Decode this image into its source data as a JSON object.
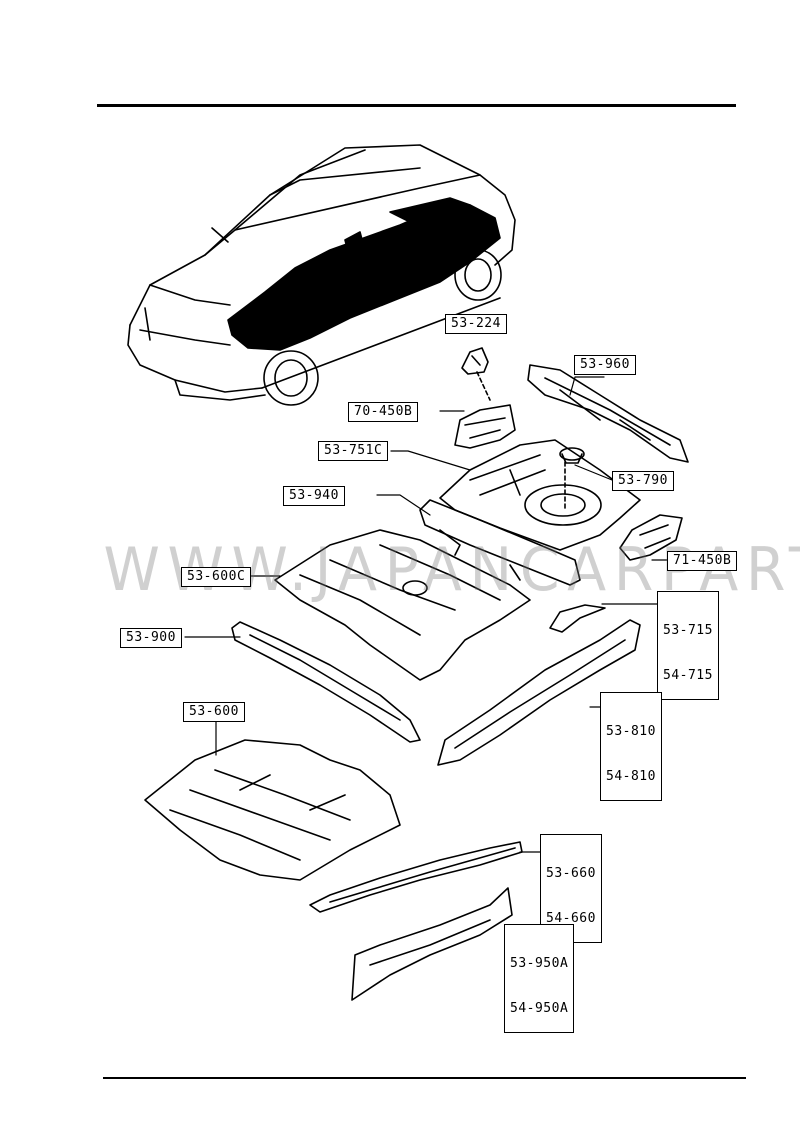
{
  "watermark": "WWW.JAPANCARPARTS.RU",
  "labels": {
    "p53_224": "53-224",
    "p53_960": "53-960",
    "p70_450b": "70-450B",
    "p53_751c": "53-751C",
    "p53_790": "53-790",
    "p53_940": "53-940",
    "p71_450b": "71-450B",
    "p53_600c": "53-600C",
    "p53_715": "53-715",
    "p54_715": "54-715",
    "p53_900": "53-900",
    "p53_810": "53-810",
    "p54_810": "54-810",
    "p53_600": "53-600",
    "p53_660": "53-660",
    "p54_660": "54-660",
    "p53_950a": "53-950A",
    "p54_950a": "54-950A"
  }
}
